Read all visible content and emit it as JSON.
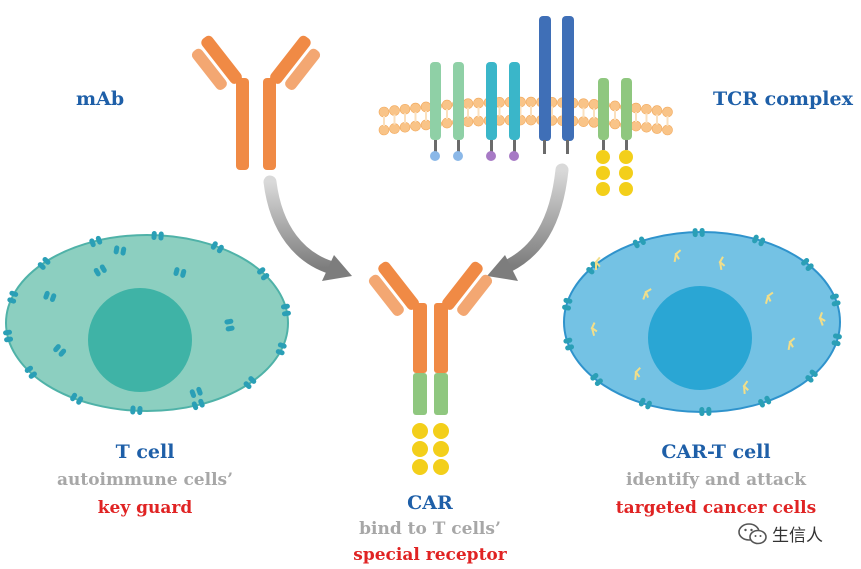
{
  "labels": {
    "mab": "mAb",
    "tcr_complex": "TCR complex",
    "t_cell": {
      "name": "T cell",
      "line1": "autoimmune cells’",
      "line2": "key guard"
    },
    "car": {
      "name": "CAR",
      "line1": "bind to T cells’",
      "line2": "special receptor"
    },
    "car_t_cell": {
      "name": "CAR-T cell",
      "line1": "identify and attack",
      "line2": "targeted cancer cells"
    }
  },
  "watermark": {
    "text": "生信人",
    "icon": "wechat-icon"
  },
  "colors": {
    "label_blue": "#1e5fa8",
    "label_grey": "#a7a7a7",
    "label_red": "#e02323",
    "antibody_orange": "#f08a45",
    "antibody_light": "#f3a772",
    "car_green": "#8fc77f",
    "car_yellow": "#f3cf1a",
    "t_cell_fill": "#8ccfc0",
    "car_t_cell_fill": "#74c2e4",
    "membrane": "#f9c488",
    "arrow_grey": "#8e8e8e"
  }
}
